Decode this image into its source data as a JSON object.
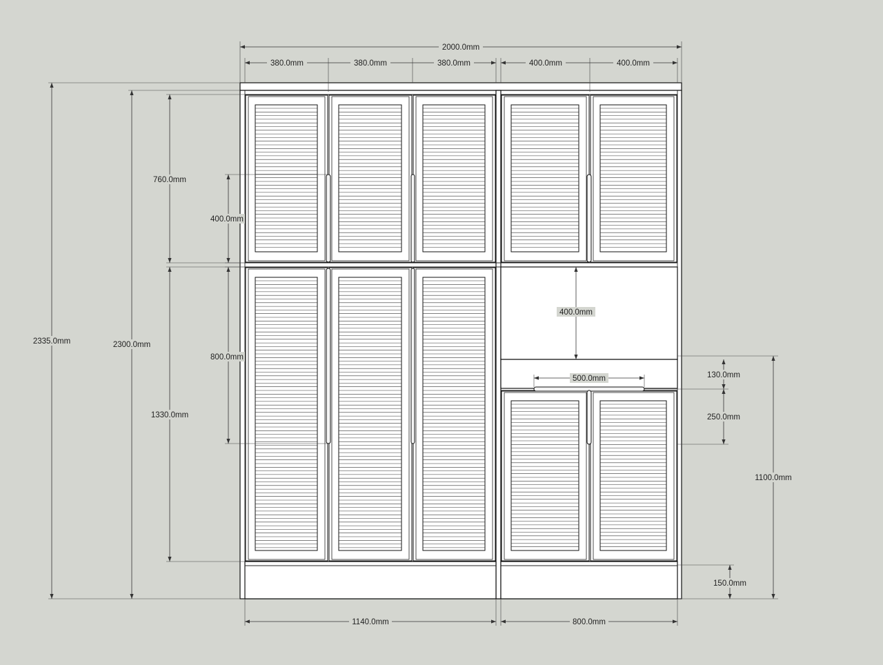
{
  "drawing": {
    "title": "Wardrobe front elevation",
    "background": "#d4d6d0",
    "line_color": "#111111",
    "panel_color": "#ffffff"
  },
  "dimensions": {
    "overall_width": "2000.0mm",
    "left_door_1": "380.0mm",
    "left_door_2": "380.0mm",
    "left_door_3": "380.0mm",
    "right_door_1": "400.0mm",
    "right_door_2": "400.0mm",
    "overall_height": "2335.0mm",
    "carcass_height": "2300.0mm",
    "upper_section": "760.0mm",
    "lower_section": "1330.0mm",
    "upper_handle": "400.0mm",
    "lower_handle": "800.0mm",
    "open_shelf": "400.0mm",
    "drawer_handle": "500.0mm",
    "drawer_height": "130.0mm",
    "lower_door_handle": "250.0mm",
    "right_lower_height": "1100.0mm",
    "plinth": "150.0mm",
    "left_bottom_width": "1140.0mm",
    "right_bottom_width": "800.0mm"
  }
}
